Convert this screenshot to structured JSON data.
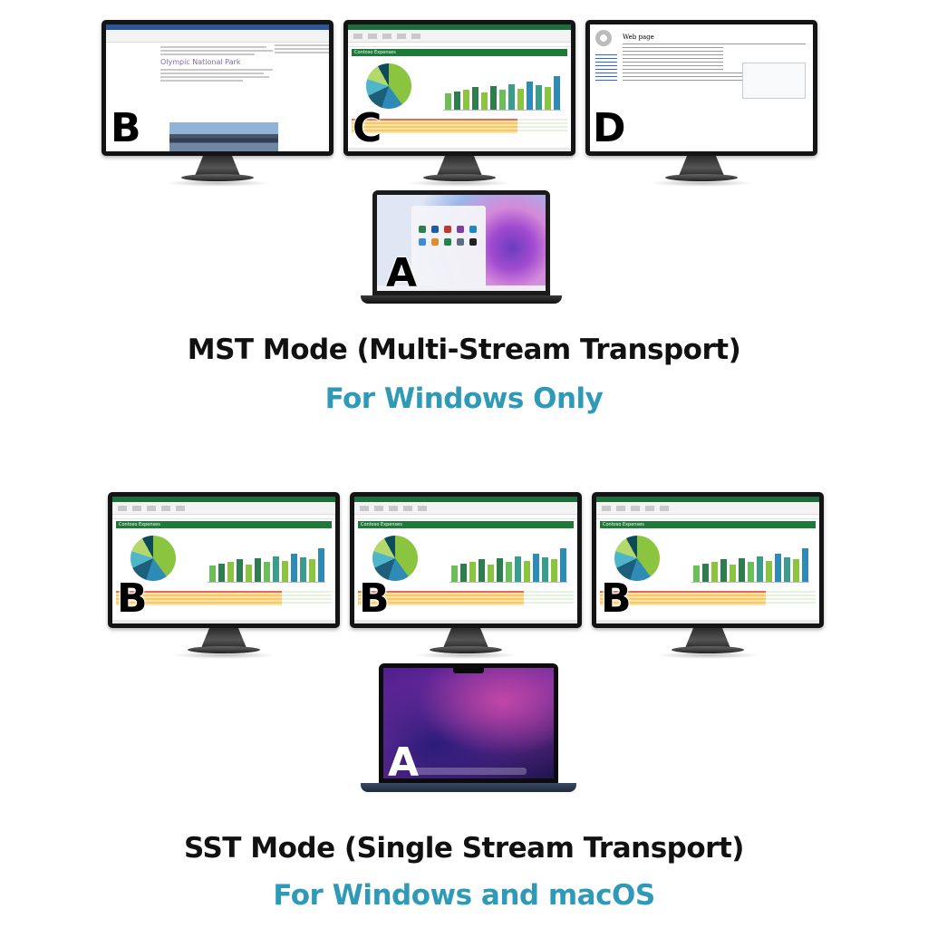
{
  "mst": {
    "title": "MST Mode (Multi-Stream Transport)",
    "subtitle": "For Windows Only",
    "monitors": [
      {
        "letter": "B",
        "content": "word-document",
        "heading": "Olympic National Park"
      },
      {
        "letter": "C",
        "content": "excel-spreadsheet",
        "sheet_title": "Contoso Expenses"
      },
      {
        "letter": "D",
        "content": "wikipedia-page",
        "page_title": "Web page"
      }
    ],
    "laptop": {
      "letter": "A",
      "os": "Windows"
    }
  },
  "sst": {
    "title": "SST Mode (Single Stream Transport)",
    "subtitle": "For Windows and macOS",
    "monitors": [
      {
        "letter": "B",
        "content": "excel-spreadsheet",
        "sheet_title": "Contoso Expenses"
      },
      {
        "letter": "B",
        "content": "excel-spreadsheet",
        "sheet_title": "Contoso Expenses"
      },
      {
        "letter": "B",
        "content": "excel-spreadsheet",
        "sheet_title": "Contoso Expenses"
      }
    ],
    "laptop": {
      "letter": "A",
      "os": "macOS"
    }
  },
  "colors": {
    "subtitle": "#2e9ab8",
    "excel_green": "#1f7a3a",
    "word_blue": "#2b579a"
  }
}
